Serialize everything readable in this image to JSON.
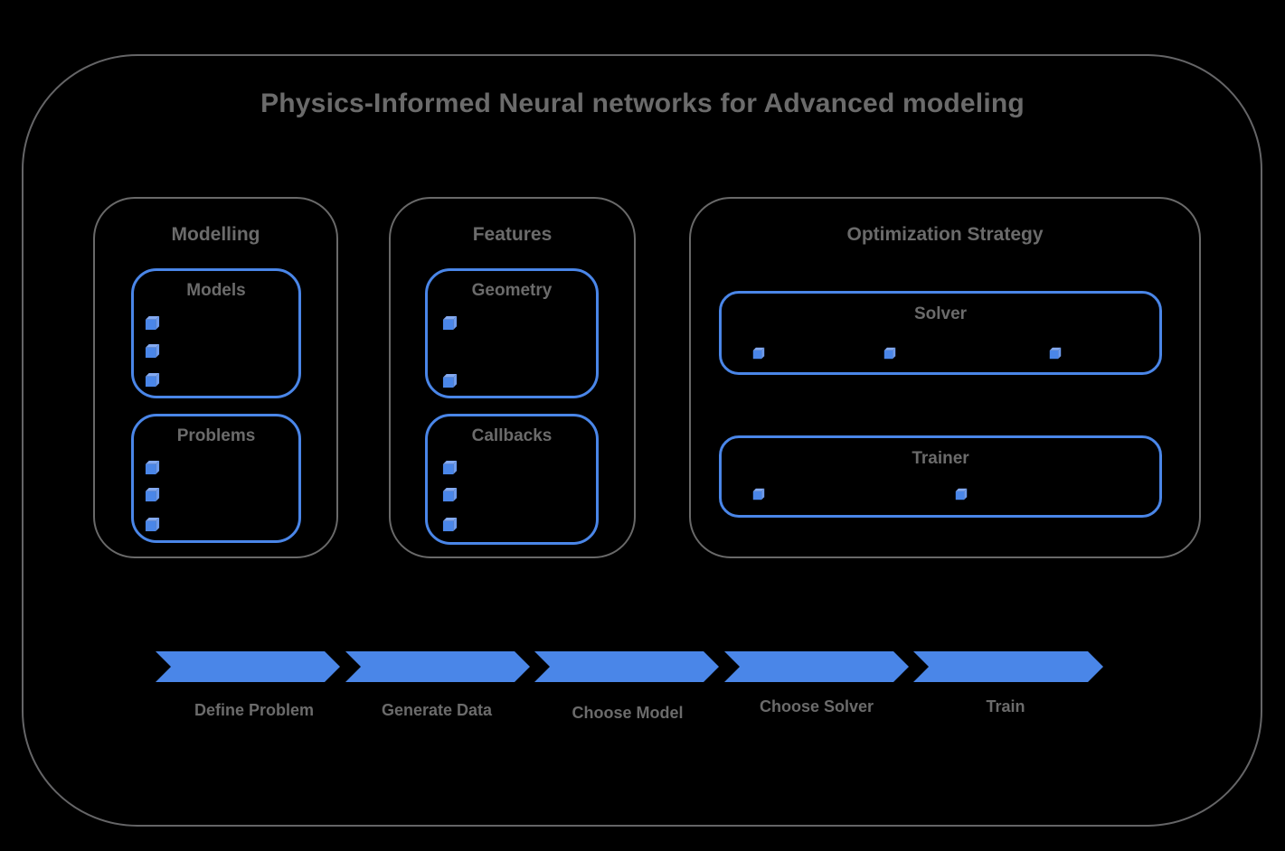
{
  "title": "Physics-Informed Neural networks for Advanced modeling",
  "colors": {
    "accent_blue": "#4a86e8",
    "cube_top_face": "#84aaf1",
    "cube_side_face": "#6e9bec",
    "text_gray": "#6b6b6b",
    "frame_gray": "#696969",
    "background": "#000000"
  },
  "sections": {
    "modelling": {
      "label": "Modelling",
      "groups": {
        "models": {
          "label": "Models",
          "bullet_count": 3
        },
        "problems": {
          "label": "Problems",
          "bullet_count": 3
        }
      }
    },
    "features": {
      "label": "Features",
      "groups": {
        "geometry": {
          "label": "Geometry",
          "bullet_count": 2
        },
        "callbacks": {
          "label": "Callbacks",
          "bullet_count": 3
        }
      }
    },
    "optimization": {
      "label": "Optimization Strategy",
      "groups": {
        "solver": {
          "label": "Solver",
          "bullet_count": 3
        },
        "trainer": {
          "label": "Trainer",
          "bullet_count": 2
        }
      }
    }
  },
  "pipeline": {
    "steps": [
      {
        "label": "Define Problem"
      },
      {
        "label": "Generate Data"
      },
      {
        "label": "Choose Model"
      },
      {
        "label": "Choose Solver"
      },
      {
        "label": "Train"
      }
    ]
  }
}
